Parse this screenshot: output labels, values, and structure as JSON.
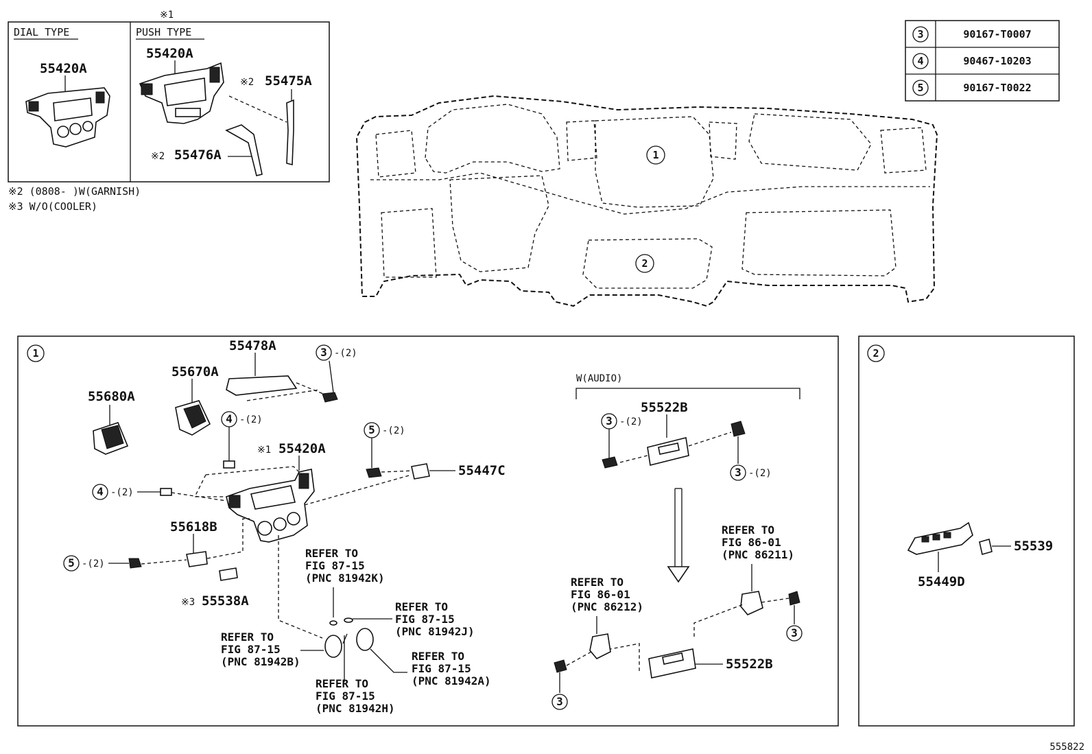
{
  "inset": {
    "note_mark": "※1",
    "dial_type": "DIAL TYPE",
    "push_type": "PUSH TYPE",
    "dial_part": "55420A",
    "push_part": "55420A",
    "part_55475": "55475A",
    "part_55476": "55476A",
    "mark2a": "※2",
    "mark2b": "※2",
    "note2": "※2 (0808-    )W(GARNISH)",
    "note3": "※3  W/O(COOLER)"
  },
  "table": {
    "rows": [
      {
        "num": "3",
        "part": "90167-T0007"
      },
      {
        "num": "4",
        "part": "90467-10203"
      },
      {
        "num": "5",
        "part": "90167-T0022"
      }
    ]
  },
  "dash": {
    "label1": "1",
    "label2": "2"
  },
  "panel1": {
    "label": "1",
    "p55478A": "55478A",
    "p55670A": "55670A",
    "p55680A": "55680A",
    "p55420A": "55420A",
    "mark1": "※1",
    "p55447C": "55447C",
    "p55618B": "55618B",
    "p55538A": "55538A",
    "mark3": "※3",
    "c3_top": "3",
    "c3_top_qty": "-(2)",
    "c4_top": "4",
    "c4_top_qty": "-(2)",
    "c4_left": "4",
    "c4_left_qty": "-(2)",
    "c5_right": "5",
    "c5_right_qty": "-(2)",
    "c5_left": "5",
    "c5_left_qty": "-(2)",
    "refK": [
      "REFER TO",
      "FIG 87-15",
      "(PNC 81942K)"
    ],
    "refJ": [
      "REFER TO",
      "FIG 87-15",
      "(PNC 81942J)"
    ],
    "refB": [
      "REFER TO",
      "FIG 87-15",
      "(PNC 81942B)"
    ],
    "refA": [
      "REFER TO",
      "FIG 87-15",
      "(PNC 81942A)"
    ],
    "refH": [
      "REFER TO",
      "FIG 87-15",
      "(PNC 81942H)"
    ],
    "audio": "W(AUDIO)",
    "p55522B_top": "55522B",
    "p55522B_bot": "55522B",
    "c3_aud_l": "3",
    "c3_aud_l_qty": "-(2)",
    "c3_aud_r": "3",
    "c3_aud_r_qty": "-(2)",
    "c3_bot_l": "3",
    "c3_bot_r": "3",
    "ref86211": [
      "REFER TO",
      "FIG 86-01",
      "(PNC 86211)"
    ],
    "ref86212": [
      "REFER TO",
      "FIG 86-01",
      "(PNC 86212)"
    ]
  },
  "panel2": {
    "label": "2",
    "p55539": "55539",
    "p55449D": "55449D"
  },
  "figure_id": "555822"
}
